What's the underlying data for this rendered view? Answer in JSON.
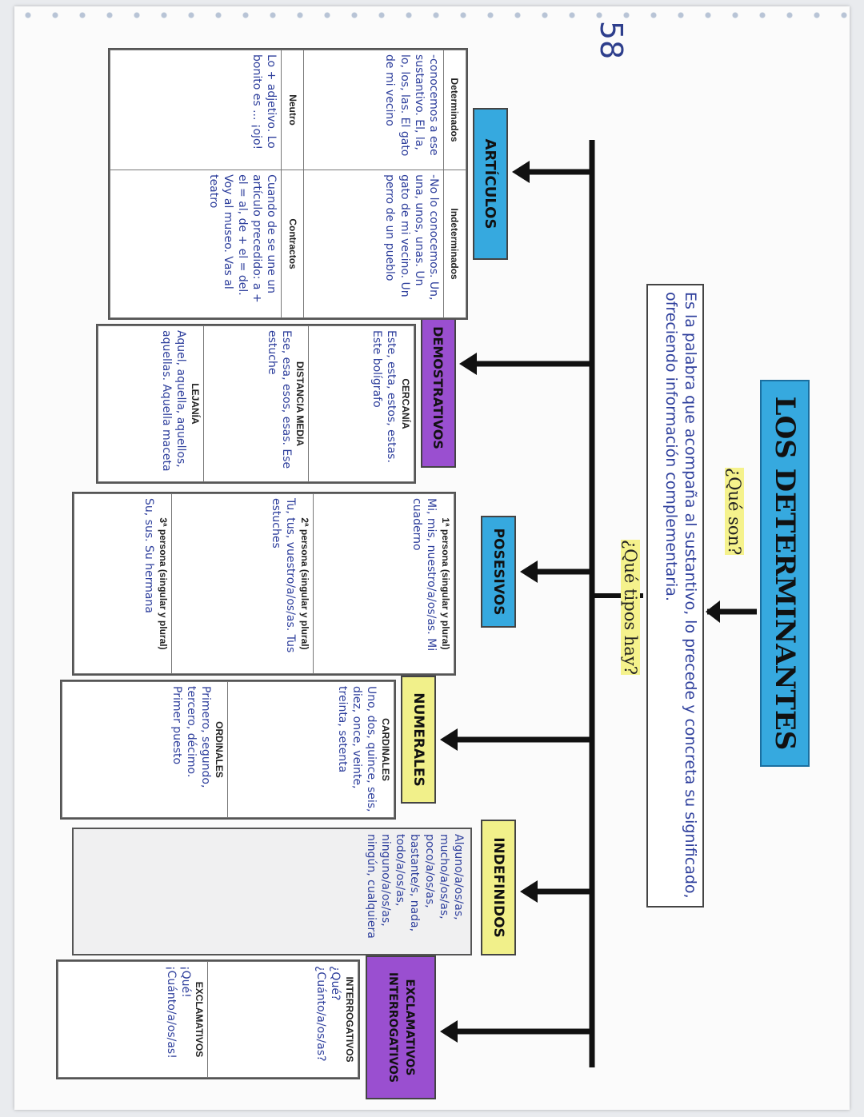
{
  "page_number": "58",
  "title": "LOS DETERMINANTES",
  "question_what": "¿Qué son?",
  "definition": "Es la palabra que acompaña al sustantivo, lo precede y concreta su significado, ofreciendo información complementaria.",
  "question_types": "¿Qué tipos hay?",
  "colors": {
    "blue": "#36a9df",
    "purple": "#9a4fd0",
    "yellow": "#f1f08a",
    "ink": "#2e3f9c"
  },
  "categories": {
    "articulos": {
      "label": "ARTÍCULOS",
      "headers": [
        "Determinados",
        "Indeterminados"
      ],
      "determinados": "-conocemos a ese sustantivo. El, la, lo, los, las. El gato de mi vecino",
      "indeterminados": "-No lo conocemos. Un, una, unos, unas. Un gato de mi vecino. Un perro de un pueblo",
      "headers_2": [
        "Neutro",
        "Contractos"
      ],
      "neutro": "Lo + adjetivo. Lo bonito es ... ¡ojo!",
      "contractos": "Cuando de se une un artículo precedido: a + el = al, de + el = del. Voy al museo. Vas al teatro"
    },
    "demostrativos": {
      "label": "DEMOSTRATIVOS",
      "cercania_title": "CERCANÍA",
      "cercania": "Este, esta, estos, estas. Este bolígrafo",
      "media_title": "DISTANCIA MEDIA",
      "media": "Ese, esa, esos, esas. Ese estuche",
      "lejania_title": "LEJANÍA",
      "lejania": "Aquel, aquella, aquellos, aquellas. Aquella maceta"
    },
    "posesivos": {
      "label": "POSESIVOS",
      "p1_title": "1ª persona (singular y plural)",
      "p1": "Mi, mis, nuestro/a/os/as. Mi cuaderno",
      "p2_title": "2ª persona (singular y plural)",
      "p2": "Tu, tus, vuestro/a/os/as. Tus estuches",
      "p3_title": "3ª persona (singular y plural)",
      "p3": "Su, sus. Su hermana"
    },
    "numerales": {
      "label": "NUMERALES",
      "cardinales_title": "CARDINALES",
      "cardinales": "Uno, dos, quince, seis, diez, once, veinte, treinta, setenta",
      "ordinales_title": "ORDINALES",
      "ordinales": "Primero, segundo, tercero, décimo. Primer puesto"
    },
    "indefinidos": {
      "label": "INDEFINIDOS",
      "content": "Alguno/a/os/as, mucho/a/os/as, poco/a/os/as, bastante/s, nada, todo/a/os/as, ninguno/a/os/as, ningún, cualquiera"
    },
    "exclamativos": {
      "label": "EXCLAMATIVOS",
      "label_2": "INTERROGATIVOS",
      "interrogativos_title": "INTERROGATIVOS",
      "interrogativos": "¿Qué? ¿Cuánto/a/os/as?",
      "exclamativos_title": "EXCLAMATIVOS",
      "exclamativos": "¡Qué! ¡Cuánto/a/os/as!"
    }
  }
}
